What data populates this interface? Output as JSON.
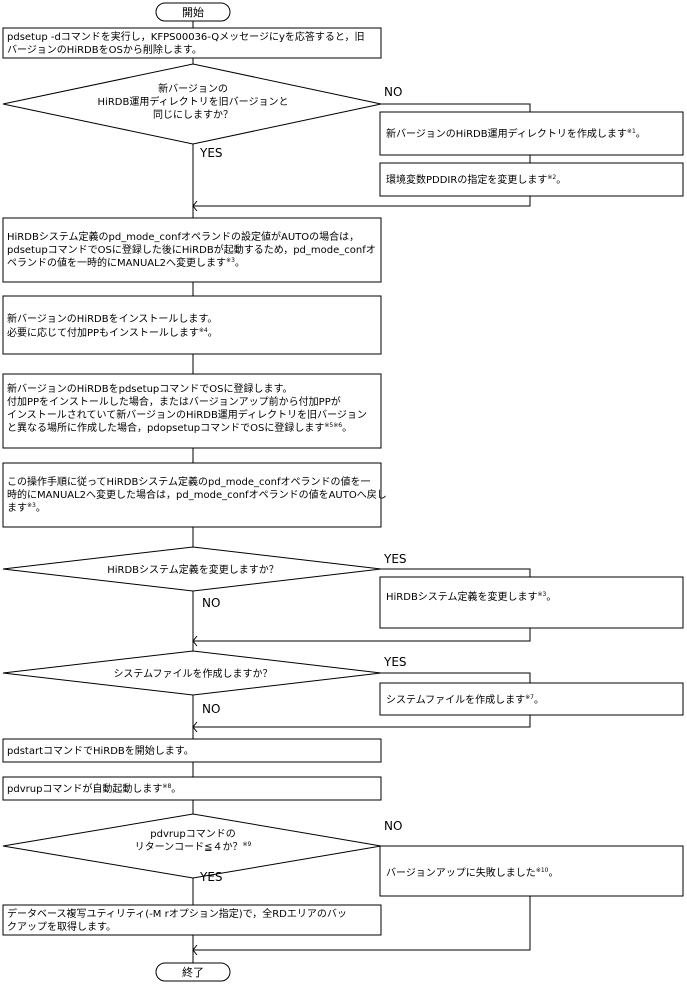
{
  "start": "開始",
  "end": "終了",
  "steps": {
    "s1": [
      "pdsetup -dコマンドを実行し，KFPS00036-Qメッセージにyを応答すると，旧",
      "バージョンのHiRDBをOSから削除します。"
    ],
    "q1": [
      "新バージョンの",
      "HiRDB運用ディレクトリを旧バージョンと",
      "同じにしますか？"
    ],
    "q1_no": "NO",
    "q1_yes": "YES",
    "n1a": "新バージョンのHiRDB運用ディレクトリを作成します",
    "n1a_note": "※1",
    "n1a_end": "。",
    "n1b": "環境変数PDDIRの指定を変更します",
    "n1b_note": "※2",
    "n1b_end": "。",
    "s2": [
      "HiRDBシステム定義のpd_mode_confオペランドの設定値がAUTOの場合は，",
      "pdsetupコマンドでOSに登録した後にHiRDBが起動するため，pd_mode_confオ",
      "ペランドの値を一時的にMANUAL2へ変更します"
    ],
    "s2_note": "※3",
    "s2_end": "。",
    "s3": [
      "新バージョンのHiRDBをインストールします。",
      "必要に応じて付加PPもインストールします"
    ],
    "s3_note": "※4",
    "s3_end": "。",
    "s4": [
      "新バージョンのHiRDBをpdsetupコマンドでOSに登録します。",
      "付加PPをインストールした場合，またはバージョンアップ前から付加PPが",
      "インストールされていて新バージョンのHiRDB運用ディレクトリを旧バージョン",
      "と異なる場所に作成した場合，pdopsetupコマンドでOSに登録します"
    ],
    "s4_note": "※5※6",
    "s4_end": "。",
    "s5": [
      "この操作手順に従ってHiRDBシステム定義のpd_mode_confオペランドの値を一",
      "時的にMANUAL2へ変更した場合は，pd_mode_confオペランドの値をAUTOへ戻し",
      "ます"
    ],
    "s5_note": "※3",
    "s5_end": "。",
    "q2": "HiRDBシステム定義を変更しますか？",
    "q2_yes": "YES",
    "q2_no": "NO",
    "y2": "HiRDBシステム定義を変更します",
    "y2_note": "※3",
    "y2_end": "。",
    "q3": "システムファイルを作成しますか？",
    "q3_yes": "YES",
    "q3_no": "NO",
    "y3": "システムファイルを作成します",
    "y3_note": "※7",
    "y3_end": "。",
    "s6": "pdstartコマンドでHiRDBを開始します。",
    "s7": "pdvrupコマンドが自動起動します",
    "s7_note": "※8",
    "s7_end": "。",
    "q4": [
      "pdvrupコマンドの",
      "リターンコード≦４か？"
    ],
    "q4_note": "※9",
    "q4_no": "NO",
    "q4_yes": "YES",
    "n4": "バージョンアップに失敗しました",
    "n4_note": "※10",
    "n4_end": "。",
    "s8": [
      "データベース複写ユティリティ(-M rオプション指定)で，全RDエリアのバッ",
      "クアップを取得します。"
    ]
  }
}
